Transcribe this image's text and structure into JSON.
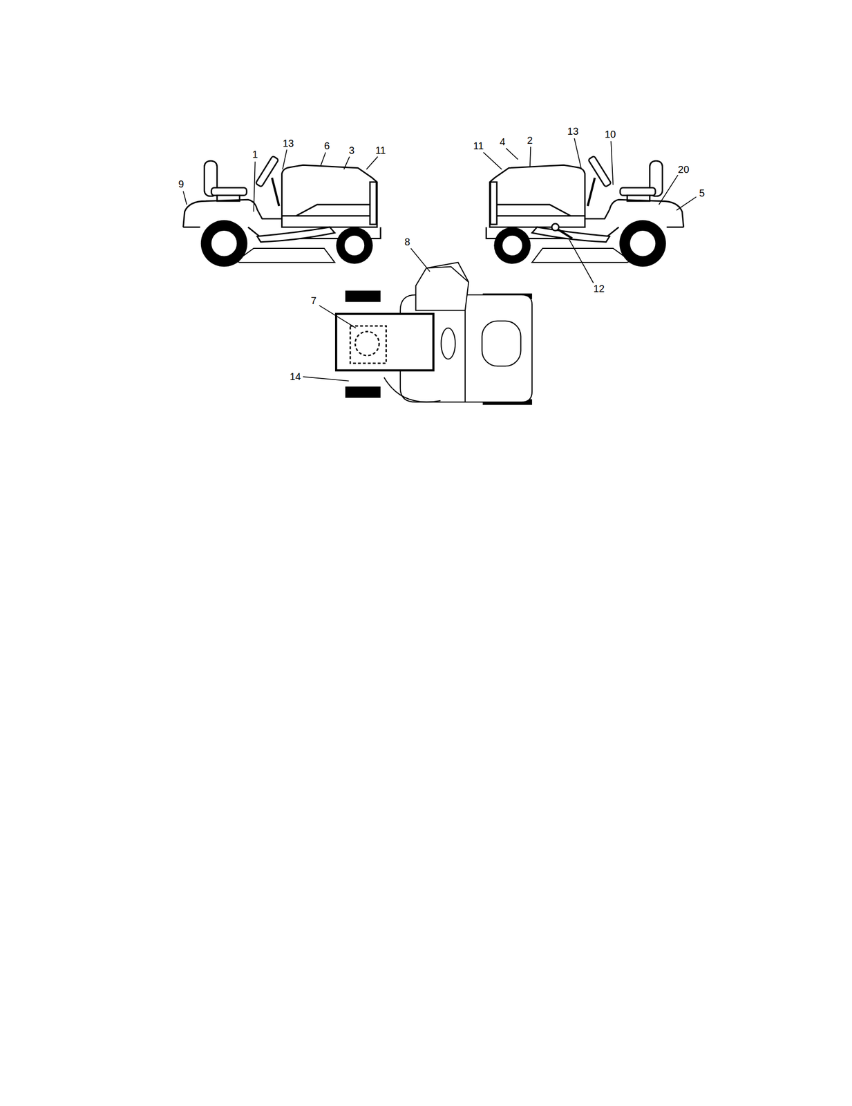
{
  "diagram": {
    "labels": [
      "13",
      "6",
      "3",
      "11",
      "1",
      "9",
      "11",
      "4",
      "2",
      "13",
      "10",
      "20",
      "5",
      "12",
      "8",
      "7",
      "14"
    ]
  }
}
